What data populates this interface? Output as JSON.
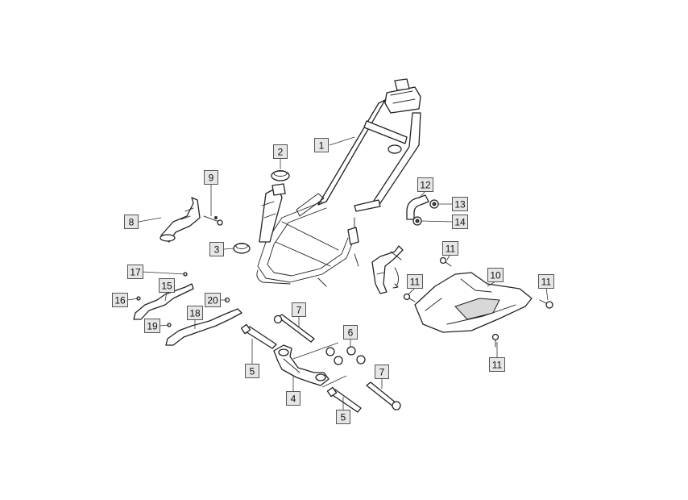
{
  "callouts": [
    {
      "id": "c1",
      "label": "1"
    },
    {
      "id": "c2",
      "label": "2"
    },
    {
      "id": "c3",
      "label": "3"
    },
    {
      "id": "c4",
      "label": "4"
    },
    {
      "id": "c5a",
      "label": "5"
    },
    {
      "id": "c5b",
      "label": "5"
    },
    {
      "id": "c6",
      "label": "6"
    },
    {
      "id": "c7a",
      "label": "7"
    },
    {
      "id": "c7b",
      "label": "7"
    },
    {
      "id": "c8",
      "label": "8"
    },
    {
      "id": "c9",
      "label": "9"
    },
    {
      "id": "c10",
      "label": "10"
    },
    {
      "id": "c11a",
      "label": "11"
    },
    {
      "id": "c11b",
      "label": "11"
    },
    {
      "id": "c11c",
      "label": "11"
    },
    {
      "id": "c11d",
      "label": "11"
    },
    {
      "id": "c12",
      "label": "12"
    },
    {
      "id": "c13",
      "label": "13"
    },
    {
      "id": "c14",
      "label": "14"
    },
    {
      "id": "c15",
      "label": "15"
    },
    {
      "id": "c16",
      "label": "16"
    },
    {
      "id": "c17",
      "label": "17"
    },
    {
      "id": "c18",
      "label": "18"
    },
    {
      "id": "c19",
      "label": "19"
    },
    {
      "id": "c20",
      "label": "20"
    }
  ]
}
